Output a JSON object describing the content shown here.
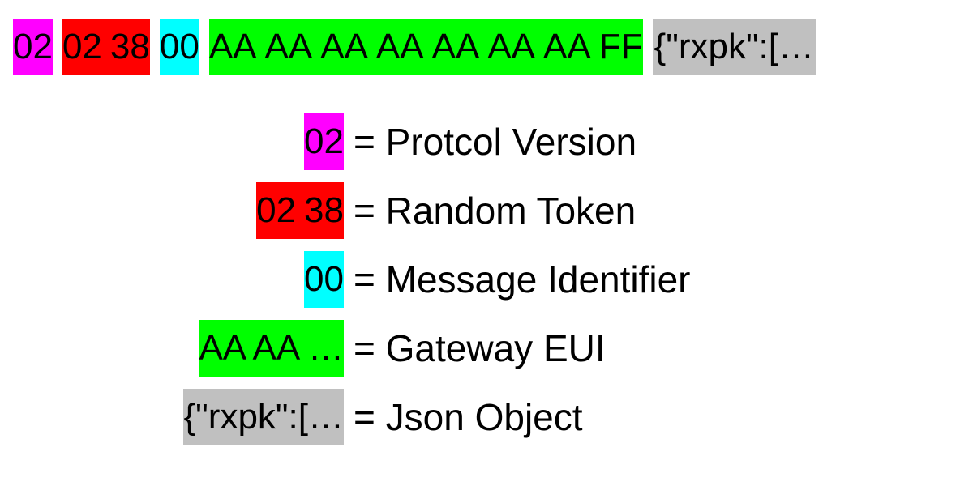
{
  "colors": {
    "version": "#ff00ff",
    "token": "#ff0000",
    "identifier": "#00ffff",
    "gateway": "#00ff00",
    "json": "#c0c0c0"
  },
  "packet": {
    "version_bytes": [
      "02"
    ],
    "token_bytes": [
      "02",
      "38"
    ],
    "identifier_bytes": [
      "00"
    ],
    "gateway_bytes": [
      "AA",
      "AA",
      "AA",
      "AA",
      "AA",
      "AA",
      "AA",
      "FF"
    ],
    "json_snippet": "{\"rxpk\":[…"
  },
  "legend": [
    {
      "key_parts": [
        "02"
      ],
      "color_key": "version",
      "label": "= Protcol Version"
    },
    {
      "key_parts": [
        "02",
        "38"
      ],
      "color_key": "token",
      "label": "= Random Token"
    },
    {
      "key_parts": [
        "00"
      ],
      "color_key": "identifier",
      "label": "= Message Identifier"
    },
    {
      "key_parts": [
        "AA AA …"
      ],
      "color_key": "gateway",
      "label": "= Gateway EUI"
    },
    {
      "key_parts": [
        "{\"rxpk\":[…"
      ],
      "color_key": "json",
      "label": "= Json Object"
    }
  ]
}
